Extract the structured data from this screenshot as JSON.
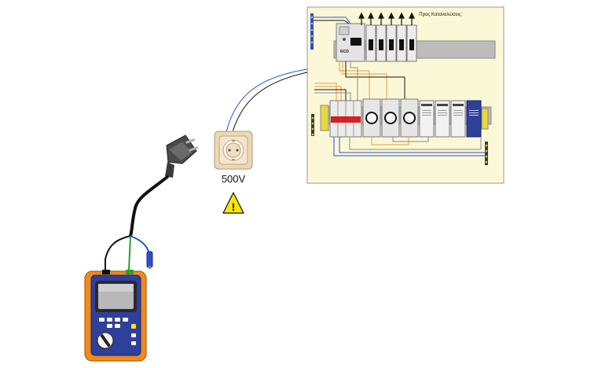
{
  "panel": {
    "title": "Προς Καταναλώσεις",
    "rcd_label": "RCD"
  },
  "test": {
    "voltage_label": "500V",
    "warning_symbol": "!"
  },
  "icons": {
    "warning": "warning-triangle-icon",
    "socket": "schuko-socket-icon",
    "plug": "schuko-plug-icon",
    "meter": "insulation-tester-icon"
  },
  "colors": {
    "panel_bg": "#fbf8d8",
    "meter_body": "#f08a1c",
    "meter_face": "#2f3f9c",
    "warning_fill": "#f7e600",
    "wire_blue": "#2a4fd0",
    "wire_green": "#2aa02a",
    "wire_black": "#111111",
    "wire_orange": "#e89a3a"
  }
}
